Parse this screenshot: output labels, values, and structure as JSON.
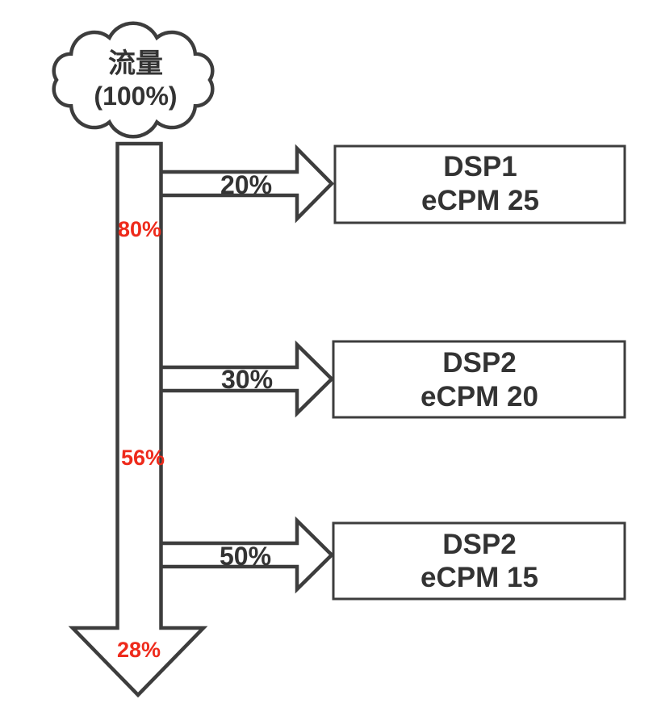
{
  "diagram": {
    "source_cloud": {
      "name": "流量",
      "share": "(100%)"
    },
    "main_flow": {
      "remaining_after_branch_1": "80%",
      "remaining_after_branch_2": "56%",
      "remaining_final": "28%"
    },
    "branches": [
      {
        "share": "20%",
        "dsp_name": "DSP1",
        "ecpm_label": "eCPM 25"
      },
      {
        "share": "30%",
        "dsp_name": "DSP2",
        "ecpm_label": "eCPM 20"
      },
      {
        "share": "50%",
        "dsp_name": "DSP2",
        "ecpm_label": "eCPM 15"
      }
    ],
    "colors": {
      "outline": "#3d3d3d",
      "text": "#333333",
      "highlight_red": "#ee2a1b",
      "shape_fill": "#ffffff",
      "background": "#ffffff"
    }
  }
}
